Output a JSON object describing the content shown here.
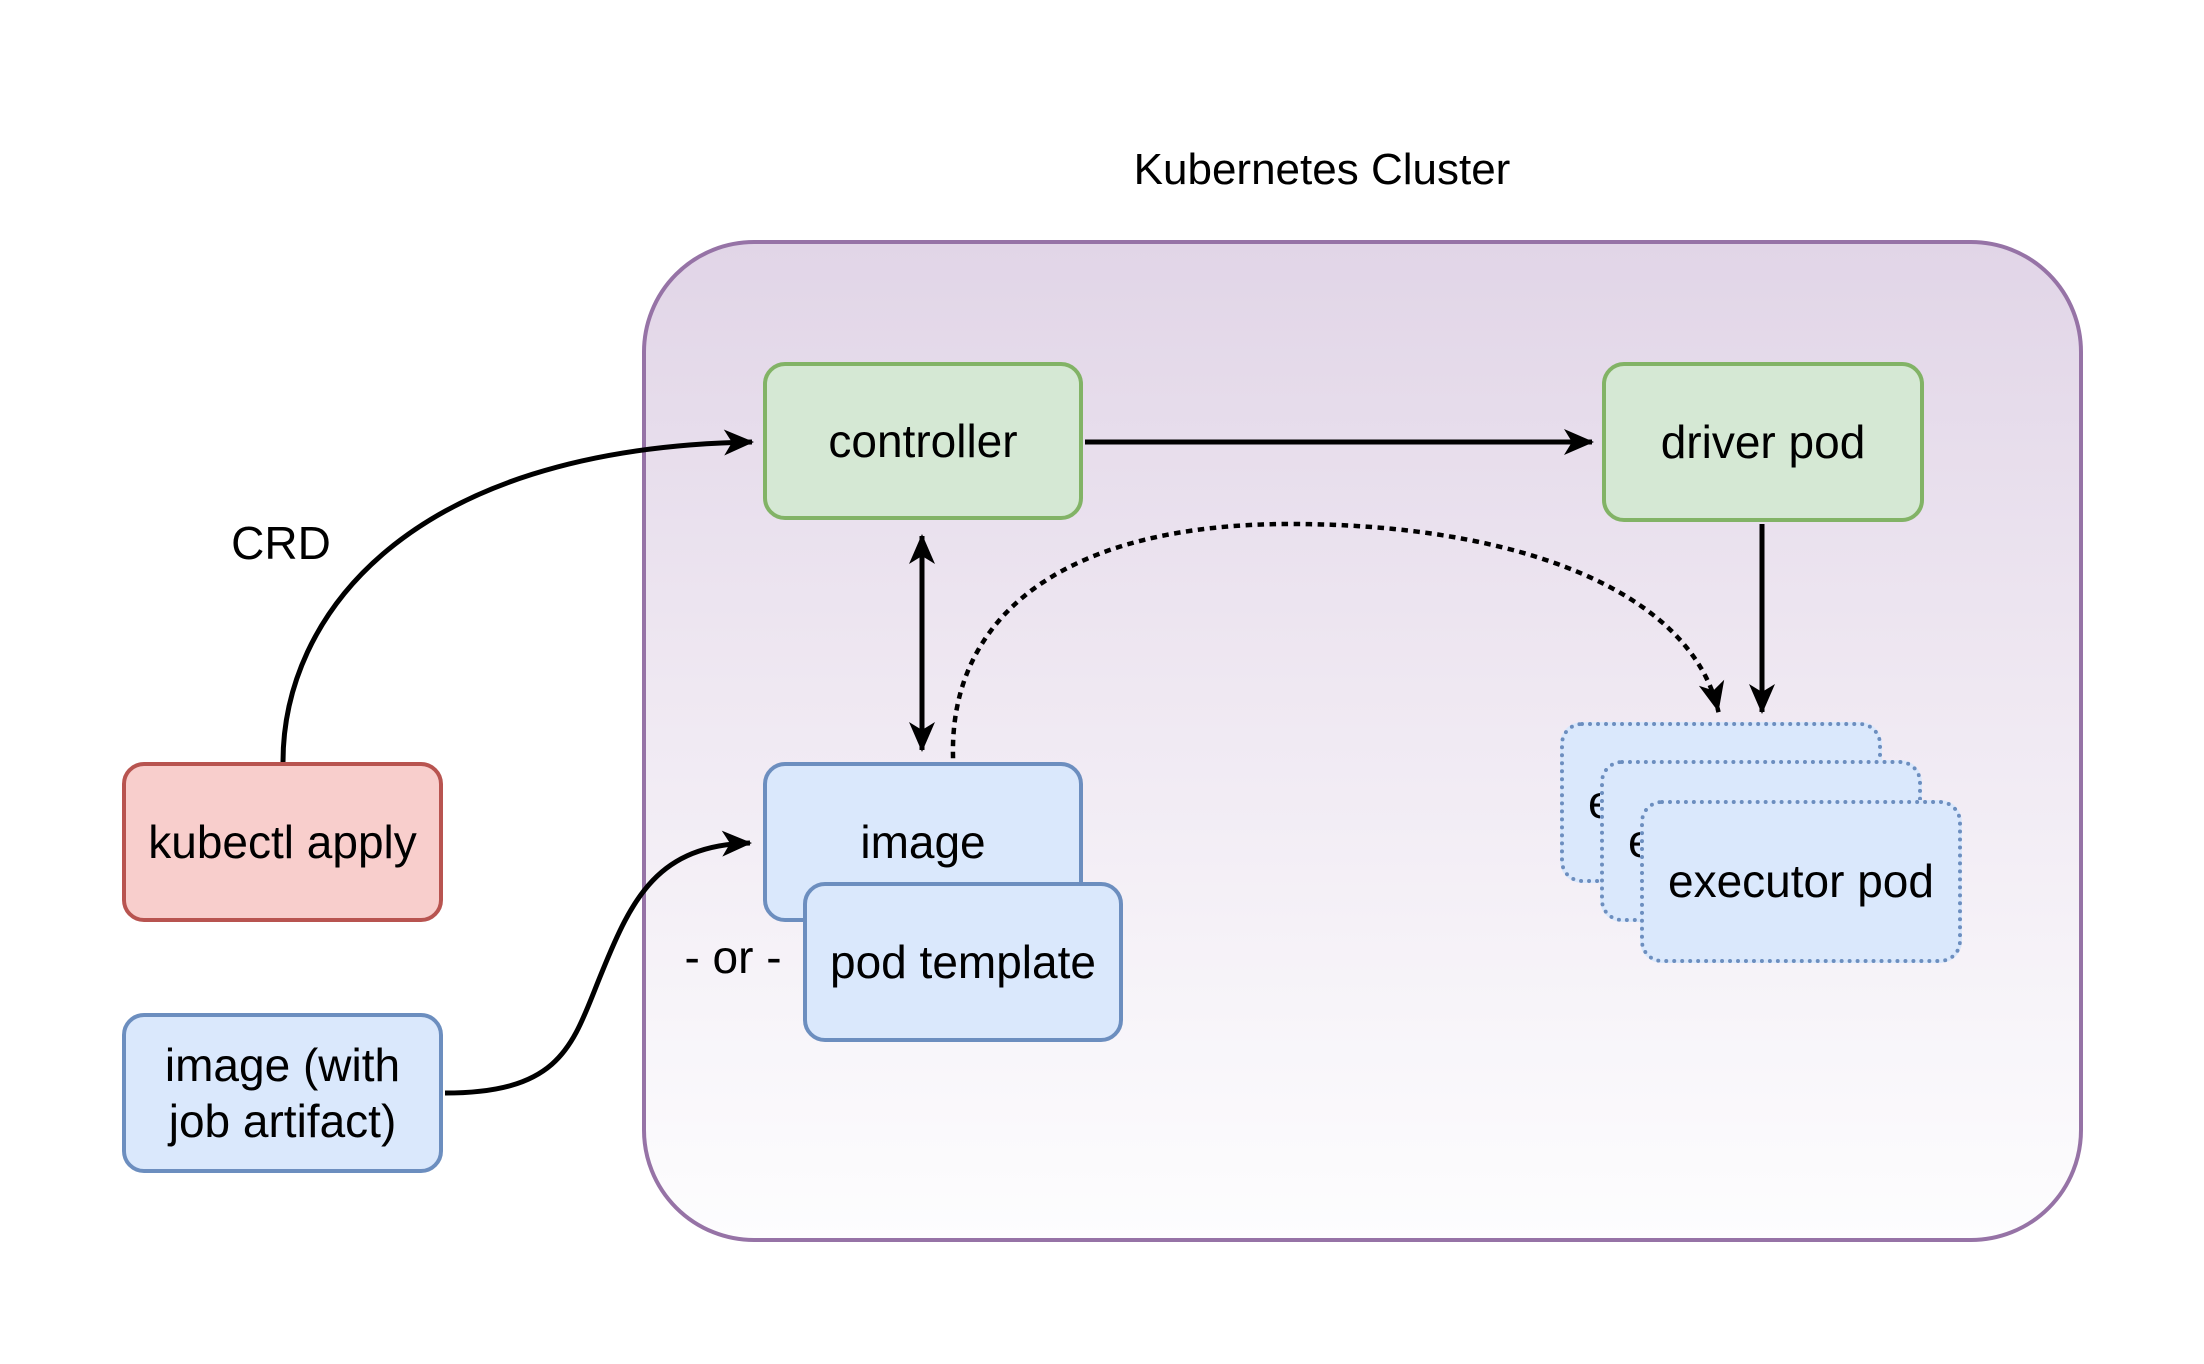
{
  "diagram": {
    "title": "Kubernetes Cluster",
    "nodes": {
      "controller": {
        "label": "controller",
        "color": "green"
      },
      "driver_pod": {
        "label": "driver pod",
        "color": "green"
      },
      "kubectl_apply": {
        "label": "kubectl apply",
        "color": "red"
      },
      "image_with_job_artifact": {
        "label": "image (with job artifact)",
        "color": "blue"
      },
      "image": {
        "label": "image",
        "color": "blue"
      },
      "pod_template": {
        "label": "pod template",
        "color": "blue"
      },
      "executor_pod": {
        "label": "executor pod",
        "color": "blue",
        "border_style": "dotted",
        "stack_count": 3
      }
    },
    "edges": [
      {
        "from": "kubectl apply",
        "to": "controller",
        "label": "CRD",
        "style": "solid-curve",
        "arrow": "end"
      },
      {
        "from": "controller",
        "to": "driver pod",
        "label": "",
        "style": "solid-straight",
        "arrow": "end"
      },
      {
        "from": "controller",
        "to": "image",
        "label": "",
        "style": "solid-straight",
        "arrow": "both"
      },
      {
        "from": "image",
        "to": "executor pod",
        "label": "",
        "style": "dotted-curve",
        "arrow": "end"
      },
      {
        "from": "driver pod",
        "to": "executor pod",
        "label": "",
        "style": "solid-straight",
        "arrow": "end"
      },
      {
        "from": "image (with job artifact)",
        "to": "image",
        "label": "- or -",
        "style": "solid-curve",
        "arrow": "end"
      }
    ],
    "colors": {
      "cluster_border": "#9673a6",
      "cluster_fill_top": "#e1d5e7",
      "cluster_fill_bottom": "#fdfdfe",
      "green_fill": "#d5e8d4",
      "green_border": "#82b366",
      "blue_fill": "#dae8fc",
      "blue_border": "#6c8ebf",
      "red_fill": "#f8cecc",
      "red_border": "#b85450",
      "line": "#000000"
    }
  }
}
